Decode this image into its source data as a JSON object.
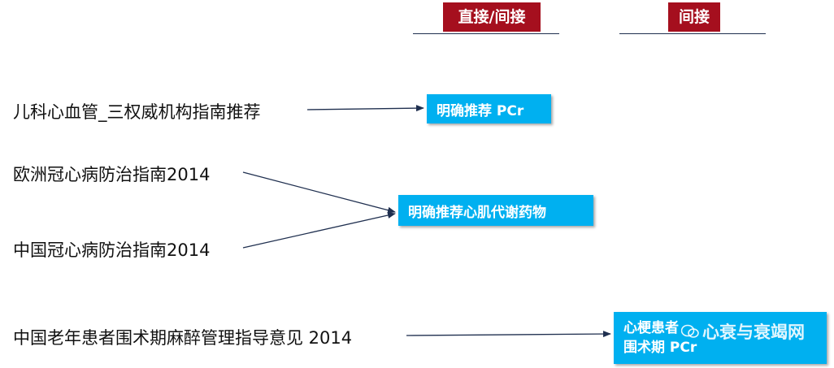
{
  "headers": {
    "direct_indirect": "直接/间接",
    "indirect": "间接"
  },
  "sources": {
    "pediatric": "儿科心血管_三权威机构指南推荐",
    "eu_chd": "欧洲冠心病防治指南2014",
    "cn_chd": "中国冠心病防治指南2014",
    "cn_elderly": "中国老年患者围术期麻醉管理指导意见 2014"
  },
  "targets": {
    "pcr": "明确推荐 PCr",
    "metabolic": "明确推荐心肌代谢药物",
    "mi_line1": "心梗患者",
    "mi_line2": "围术期 PCr"
  },
  "watermark": "心衰与衰竭网",
  "colors": {
    "header_bg": "#a50f1e",
    "target_bg": "#00b0f0",
    "arrow": "#1f2f4f"
  }
}
